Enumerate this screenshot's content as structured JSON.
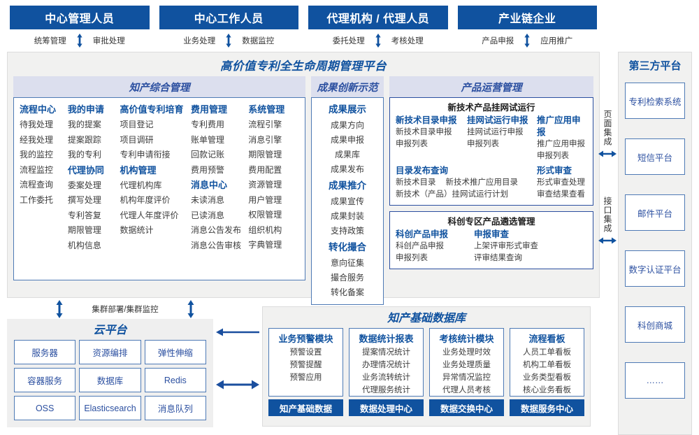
{
  "actors": [
    {
      "title": "中心管理人员",
      "left": "统筹管理",
      "right": "审批处理"
    },
    {
      "title": "中心工作人员",
      "left": "业务处理",
      "right": "数据监控"
    },
    {
      "title": "代理机构 / 代理人员",
      "left": "委托处理",
      "right": "考核处理"
    },
    {
      "title": "产业链企业",
      "left": "产品申报",
      "right": "应用推广"
    }
  ],
  "platform": {
    "title": "高价值专利全生命周期管理平台",
    "pane_a": {
      "header": "知产综合管理",
      "columns": [
        {
          "groups": [
            {
              "head": "流程中心",
              "items": [
                "待我处理",
                "经我处理",
                "我的监控",
                "流程监控",
                "流程查询",
                "工作委托"
              ]
            }
          ]
        },
        {
          "groups": [
            {
              "head": "我的申请",
              "items": [
                "我的提案",
                "提案跟踪",
                "我的专利"
              ]
            },
            {
              "head": "代理协同",
              "items": [
                "委案处理",
                "撰写处理",
                "专利答复",
                "期限管理",
                "机构信息"
              ]
            }
          ]
        },
        {
          "groups": [
            {
              "head": "高价值专利培育",
              "items": [
                "项目登记",
                "项目调研",
                "专利申请衔接"
              ]
            },
            {
              "head": "机构管理",
              "items": [
                "代理机构库",
                "机构年度评价",
                "代理人年度评价",
                "数据统计"
              ]
            }
          ]
        },
        {
          "groups": [
            {
              "head": "费用管理",
              "items": [
                "专利费用",
                "账单管理",
                "回款记账",
                "费用预警"
              ]
            },
            {
              "head": "消息中心",
              "items": [
                "未读消息",
                "已读消息",
                "消息公告发布",
                "消息公告审核"
              ]
            }
          ]
        },
        {
          "groups": [
            {
              "head": "系统管理",
              "items": [
                "流程引擎",
                "消息引擎",
                "期限管理",
                "费用配置",
                "资源管理",
                "用户管理",
                "权限管理",
                "组织机构",
                "字典管理"
              ]
            }
          ]
        }
      ]
    },
    "pane_b": {
      "header": "成果创新示范",
      "groups": [
        {
          "head": "成果展示",
          "items": [
            "成果方向",
            "成果申报",
            "成果库",
            "成果发布"
          ]
        },
        {
          "head": "成果推介",
          "items": [
            "成果宣传",
            "成果封装",
            "支持政策"
          ]
        },
        {
          "head": "转化撮合",
          "items": [
            "意向征集",
            "撮合服务",
            "转化备案"
          ]
        }
      ]
    },
    "pane_c": {
      "header": "产品运营管理",
      "box1": {
        "title": "新技术产品挂网试运行",
        "top_columns": [
          {
            "head": "新技术目录申报",
            "items": [
              "新技术目录申报",
              "申报列表"
            ]
          },
          {
            "head": "挂网试运行申报",
            "items": [
              "挂网试运行申报",
              "申报列表"
            ]
          },
          {
            "head": "推广应用申报",
            "items": [
              "推广应用申报",
              "申报列表"
            ]
          }
        ],
        "bottom_left": {
          "head": "目录发布查询",
          "row1": [
            "新技术目录",
            "新技术推广应用目录"
          ],
          "row2": "新技术（产品）挂网试运行计划"
        },
        "bottom_right": {
          "head": "形式审查",
          "items": [
            "形式审查处理",
            "审查结果查看"
          ]
        }
      },
      "box2": {
        "title": "科创专区产品遴选管理",
        "left": {
          "head": "科创产品申报",
          "items": [
            "科创产品申报",
            "申报列表"
          ]
        },
        "right": {
          "head": "申报审查",
          "items": [
            "上架评审形式审查",
            "评审结果查询"
          ]
        }
      }
    }
  },
  "integration": {
    "page": "页面集成",
    "api": "接口集成"
  },
  "third_party": {
    "title": "第三方平台",
    "items": [
      "专利检索系统",
      "短信平台",
      "邮件平台",
      "数字认证平台",
      "科创商城",
      "……"
    ]
  },
  "cluster_label": "集群部署/集群监控",
  "cloud": {
    "title": "云平台",
    "cells": [
      "服务器",
      "资源编排",
      "弹性伸缩",
      "容器服务",
      "数据库",
      "Redis",
      "OSS",
      "Elasticsearch",
      "消息队列"
    ]
  },
  "database": {
    "title": "知产基础数据库",
    "columns": [
      {
        "head": "业务预警模块",
        "items": [
          "预警设置",
          "预警提醒",
          "预警应用"
        ],
        "bar": "知产基础数据"
      },
      {
        "head": "数据统计报表",
        "items": [
          "提案情况统计",
          "办理情况统计",
          "业务流转统计",
          "代理服务统计"
        ],
        "bar": "数据处理中心"
      },
      {
        "head": "考核统计模块",
        "items": [
          "业务处理时效",
          "业务处理质量",
          "异常情况监控",
          "代理人员考核"
        ],
        "bar": "数据交换中心"
      },
      {
        "head": "流程看板",
        "items": [
          "人员工单看板",
          "机构工单看板",
          "业务类型看板",
          "核心业务看板"
        ],
        "bar": "数据服务中心"
      }
    ]
  },
  "colors": {
    "primary": "#10529F",
    "accent": "#2B4FA0",
    "band": "#DCDFEE",
    "panel": "#F1F1F0",
    "border": "#4E7AB5"
  }
}
